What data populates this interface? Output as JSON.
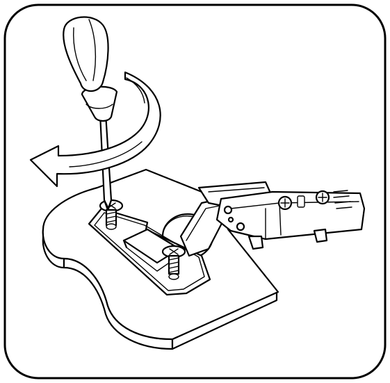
{
  "illustration": {
    "frame": "rounded-border-frame",
    "subject": "screwdriver-fastening-hinge-mounting-plate",
    "icons": [
      "screwdriver-icon",
      "rotation-arrow-icon",
      "cabinet-panel",
      "hinge-mounting-plate",
      "cabinet-hinge",
      "screw"
    ]
  },
  "colors": {
    "stroke": "#000000",
    "fill": "#ffffff"
  }
}
